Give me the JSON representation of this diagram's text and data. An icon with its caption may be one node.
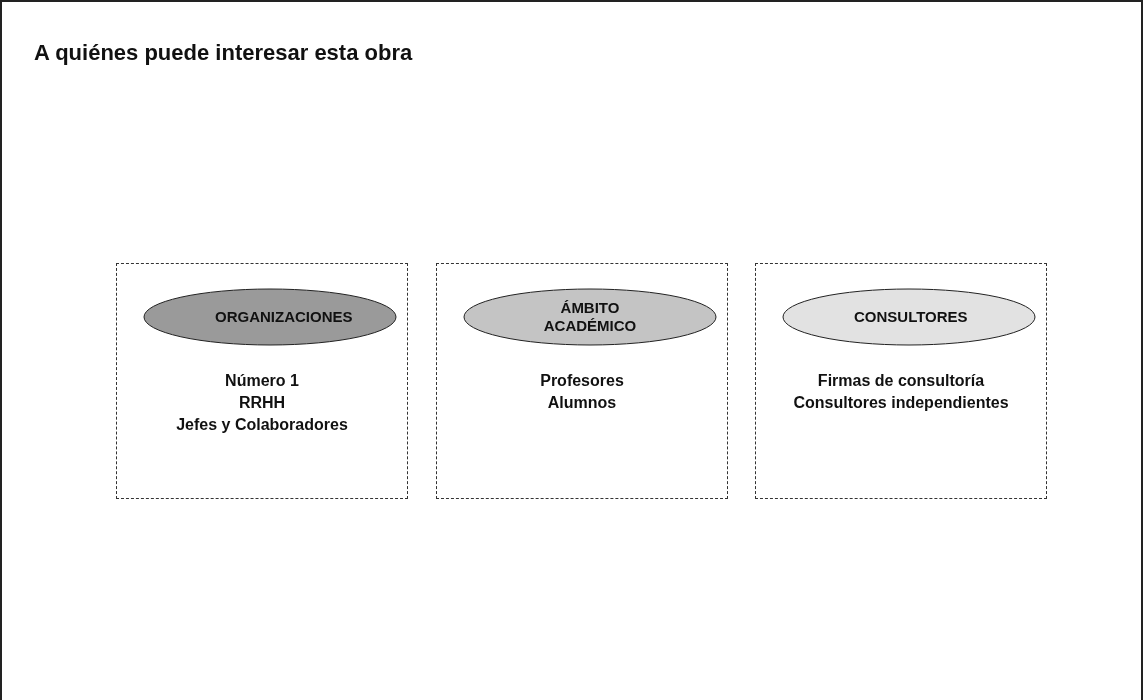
{
  "diagram": {
    "title": "A quiénes puede interesar esta obra",
    "nodes": [
      {
        "text": [
          "Número 1",
          "RRHH",
          "Jefes y Colaboradores"
        ]
      },
      {
        "text": [
          "ORGANIZACIONES"
        ],
        "in": 0
      },
      {
        "text": [
          "Profesores",
          "Alumnos"
        ]
      },
      {
        "text": [
          "ÁMBITO ACADÉMICO"
        ],
        "in": 2
      },
      {
        "text": [
          "Firmas de consultoría",
          "Consultores independientes"
        ]
      },
      {
        "text": [
          "CONSULTORES"
        ],
        "in": 4
      }
    ]
  }
}
